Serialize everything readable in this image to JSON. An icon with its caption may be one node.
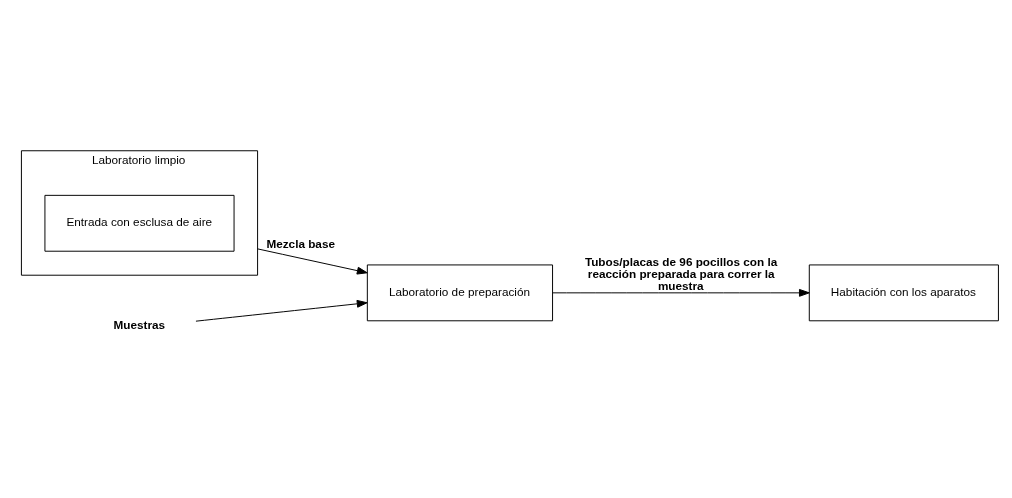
{
  "diagram": {
    "nodes": [
      {
        "text": [
          "Laboratorio limpio"
        ]
      },
      {
        "text": [
          "Entrada con esclusa de aire"
        ],
        "in": 0
      },
      {
        "text": [
          "Laboratorio de preparación"
        ]
      },
      {
        "text": [
          "Habitación con los aparatos"
        ]
      },
      {
        "text": [
          "Muestras"
        ]
      }
    ],
    "edges": [
      {
        "from": 0,
        "to": 2,
        "arrow": "to",
        "label": "Mezcla base"
      },
      {
        "from": 4,
        "to": 2,
        "arrow": "to"
      },
      {
        "from": 2,
        "to": 3,
        "arrow": "to",
        "label": "Tubos/placas de 96 pocillos con la reacción preparada para correr la muestra"
      }
    ]
  }
}
